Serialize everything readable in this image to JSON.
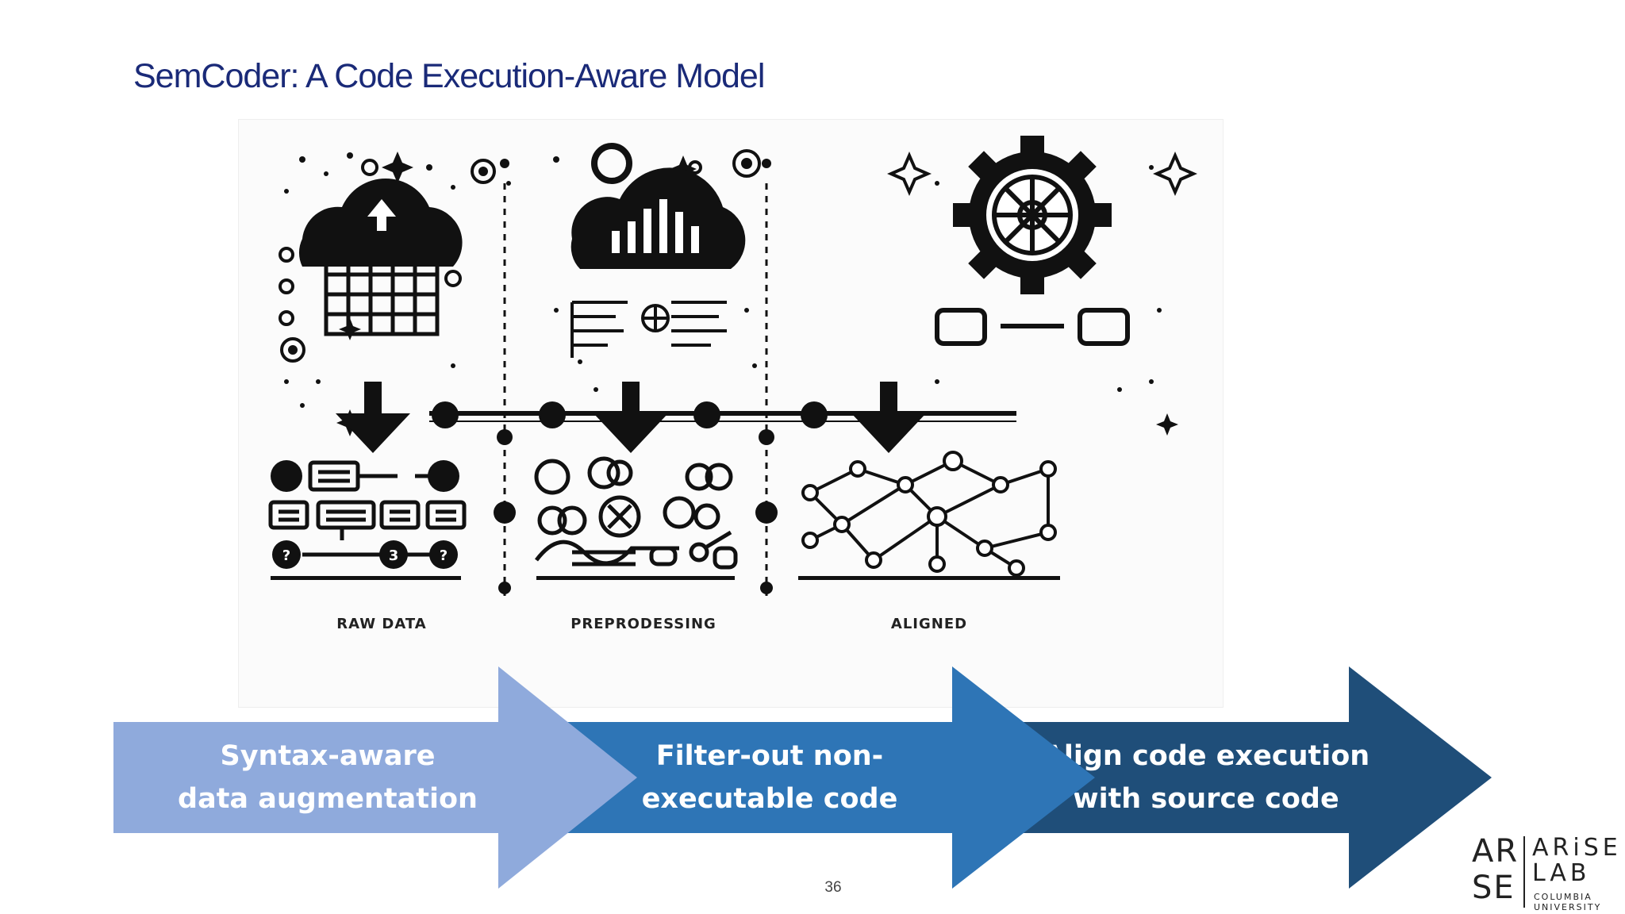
{
  "slide": {
    "title": "SemCoder: A Code Execution-Aware Model",
    "page_number": "36"
  },
  "illustration": {
    "stages": [
      {
        "label": "RAW DATA"
      },
      {
        "label": "PREPRODESSING"
      },
      {
        "label": "ALIGNED"
      }
    ],
    "badges": [
      "?",
      "3",
      "?"
    ]
  },
  "pipeline": {
    "steps": [
      {
        "line1": "Syntax-aware",
        "line2": "data augmentation",
        "color": "#8faadc"
      },
      {
        "line1": "Filter-out non-",
        "line2": "executable code",
        "color": "#2e75b6"
      },
      {
        "line1": "Align code execution",
        "line2": "with source code",
        "color": "#1f4e79"
      }
    ]
  },
  "logo": {
    "mark_top": "AR",
    "mark_bottom": "SE",
    "line1": "ARiSE",
    "line2": "LAB",
    "line3": "COLUMBIA",
    "line4": "UNIVERSITY"
  }
}
